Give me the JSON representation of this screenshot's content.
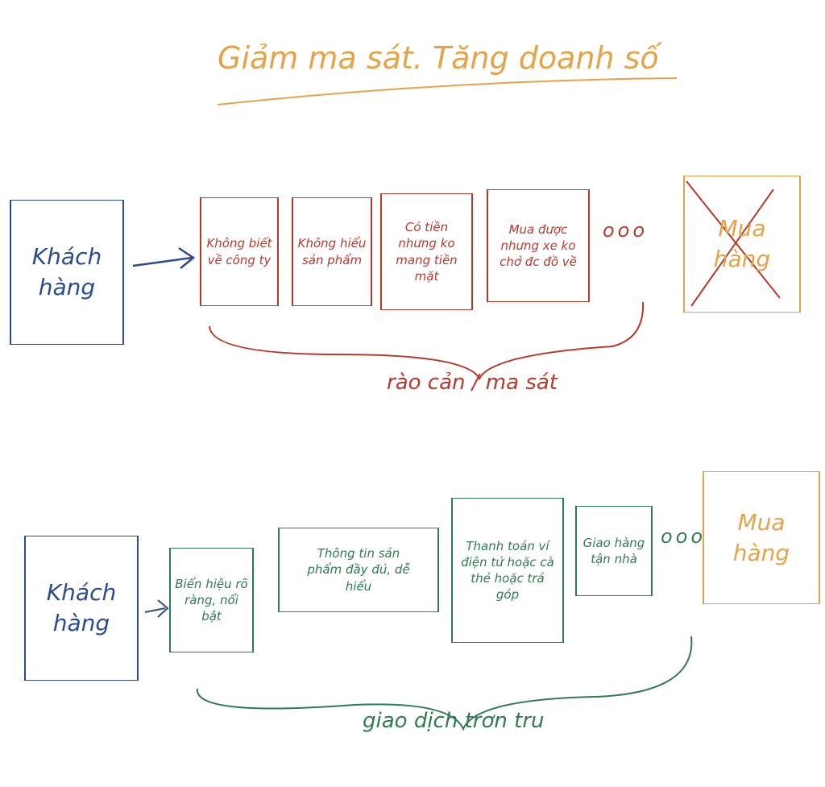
{
  "title": "Giảm ma sát. Tăng doanh số",
  "colors": {
    "blue": "#2b4c8c",
    "red": "#b53a2c",
    "orange": "#e3a449",
    "green": "#2f7a52"
  },
  "top_flow": {
    "customer": "Khách hàng",
    "barriers": [
      "Không biết về công ty",
      "Không hiểu sản phẩm",
      "Có tiền nhưng ko mang tiền mặt",
      "Mua được nhưng xe ko chở đc đồ về"
    ],
    "ellipsis": "ooo",
    "outcome": "Mua hàng",
    "brace_label": "rào cản / ma sát"
  },
  "bottom_flow": {
    "customer": "Khách hàng",
    "enablers": [
      "Biển hiệu rõ ràng, nổi bật",
      "Thông tin sản phẩm đầy đủ, dễ hiểu",
      "Thanh toán ví điện tử hoặc cà thẻ hoặc trả góp",
      "Giao hàng tận nhà"
    ],
    "ellipsis": "ooo",
    "outcome": "Mua hàng",
    "brace_label": "giao dịch trơn tru"
  }
}
